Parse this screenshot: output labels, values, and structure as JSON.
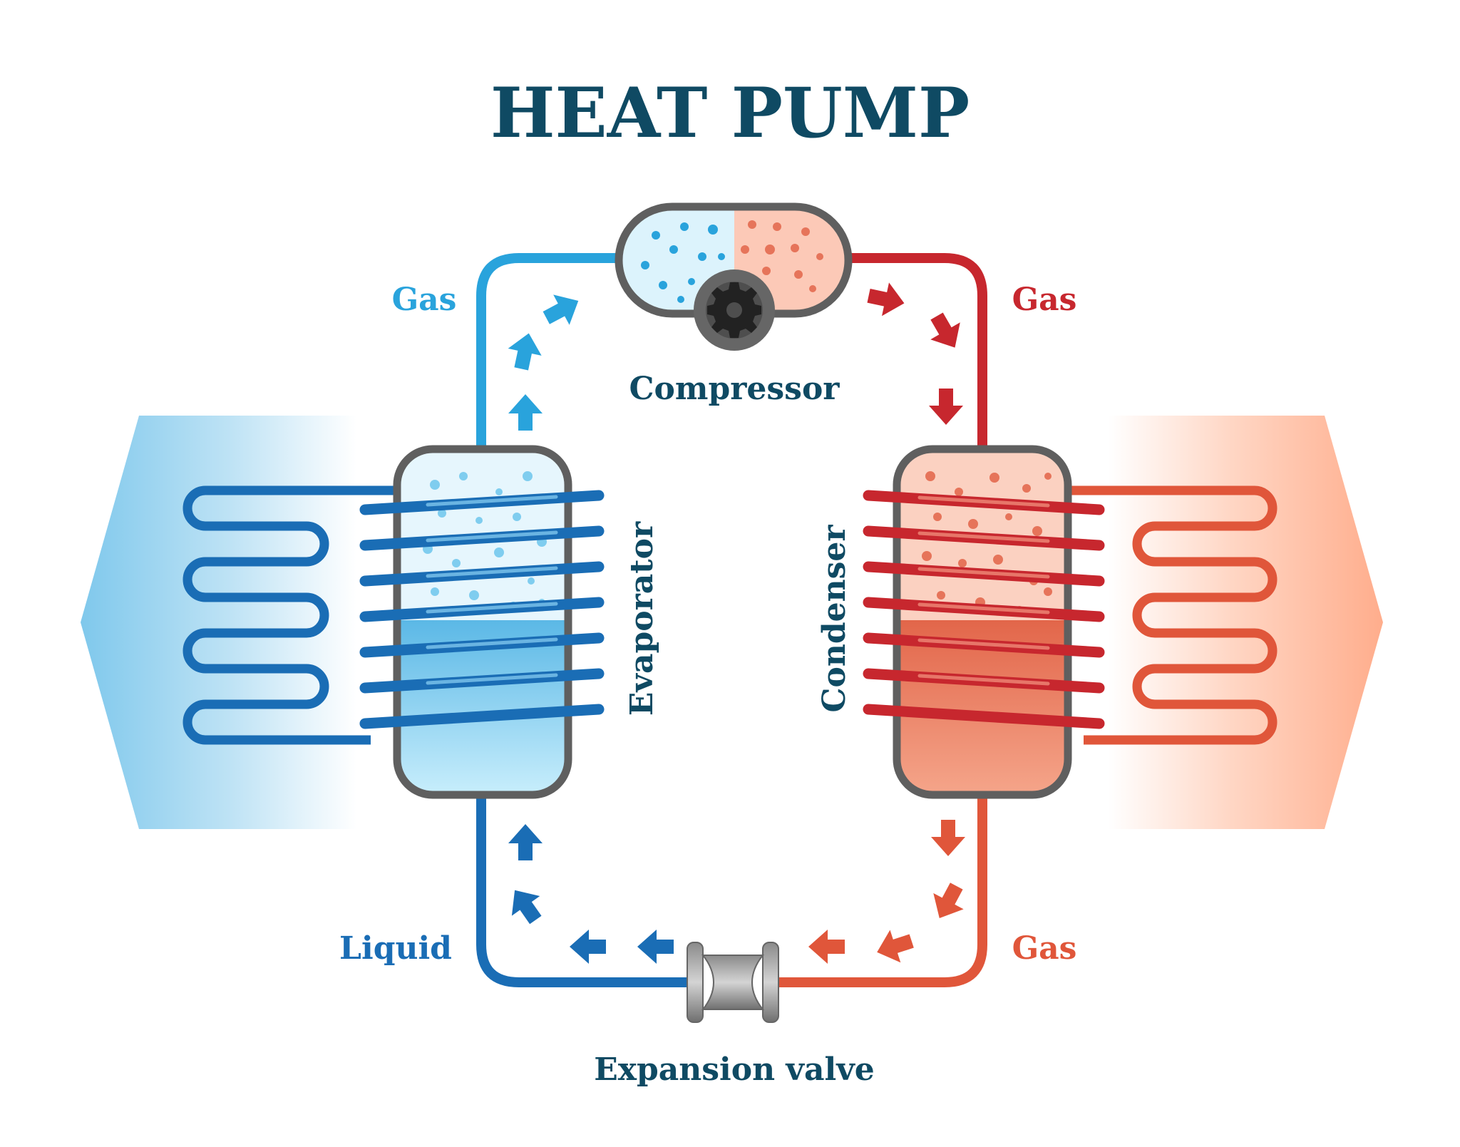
{
  "title": "HEAT PUMP",
  "labels": {
    "gas_top_left": "Gas",
    "gas_top_right": "Gas",
    "gas_bottom_right": "Gas",
    "liquid": "Liquid",
    "compressor": "Compressor",
    "evaporator": "Evaporator",
    "condenser": "Condenser",
    "expansion_valve": "Expansion valve"
  },
  "colors": {
    "title": "#0f4a63",
    "cold_light": "#29a3dc",
    "cold_dark": "#1a6db5",
    "hot_red": "#c7272e",
    "hot_orange": "#e0563a",
    "steel": "#5f5f5f",
    "cold_panel": "#8fd0ee",
    "hot_panel": "#ffb394"
  }
}
